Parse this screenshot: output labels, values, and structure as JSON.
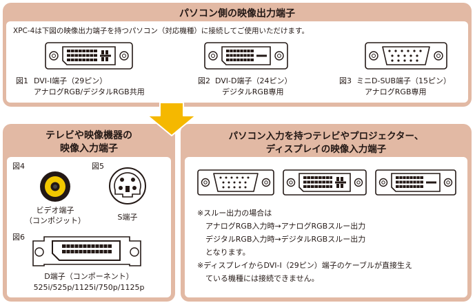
{
  "top": {
    "title": "パソコン側の映像出力端子",
    "intro": "XPC-4は下図の映像出力端子を持つパソコン（対応機種）に接続してご使用いただけます。",
    "fig1": {
      "num": "図1",
      "line1": "DVI-I端子（29ピン）",
      "line2": "アナログRGB/デジタルRGB共用"
    },
    "fig2": {
      "num": "図2",
      "line1": "DVI-D端子（24ピン）",
      "line2": "デジタルRGB専用"
    },
    "fig3": {
      "num": "図3",
      "line1": "ミニD-SUB端子（15ピン）",
      "line2": "アナログRGB専用"
    }
  },
  "left": {
    "title_line1": "テレビや映像機器の",
    "title_line2": "映像入力端子",
    "fig4": {
      "num": "図4",
      "line1": "ビデオ端子",
      "line2": "（コンポジット）"
    },
    "fig5": {
      "num": "図5",
      "line1": "S端子"
    },
    "fig6": {
      "num": "図6",
      "line1": "D端子（コンポーネント）",
      "line2": "525i/525p/1125i/750p/1125p"
    }
  },
  "right": {
    "title_line1": "パソコン入力を持つテレビやプロジェクター、",
    "title_line2": "ディスプレイの映像入力端子",
    "note1": "※スルー出力の場合は",
    "note2": "アナログRGB入力時→アナログRGBスルー出力",
    "note3": "デジタルRGB入力時→デジタルRGBスルー出力",
    "note4": "となります。",
    "note5": "※ディスプレイからDVI-I（29ピン）端子のケーブルが直接生え",
    "note6": "ている機種には接続できません。"
  },
  "colors": {
    "panel": "#e2b9a4",
    "arrow": "#f5b800",
    "video_jack": "#f2c700"
  },
  "icons": [
    "dvi-i-connector-icon",
    "dvi-d-connector-icon",
    "mini-dsub-connector-icon",
    "rca-video-jack-icon",
    "s-video-jack-icon",
    "d-terminal-connector-icon",
    "down-arrow-icon"
  ]
}
